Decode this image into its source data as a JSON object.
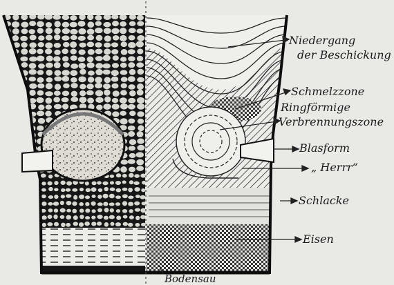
{
  "labels": {
    "niedergang_1": "Niedergang",
    "niedergang_2": "der Beschickung",
    "schmelzzone": "Schmelzzone",
    "ringfoermige_1": "Ringförmige",
    "ringfoermige_2": "Verbrennungszone",
    "blasform": "Blasform",
    "herr": "„ Herrr“",
    "schlacke": "Schlacke",
    "eisen": "Eisen",
    "bodensau": "Bodensau"
  },
  "colors": {
    "background": "#e9e9e6",
    "ink": "#1b1b1b",
    "coke_dark": "#161616",
    "lump_light": "#d8d8d2"
  }
}
